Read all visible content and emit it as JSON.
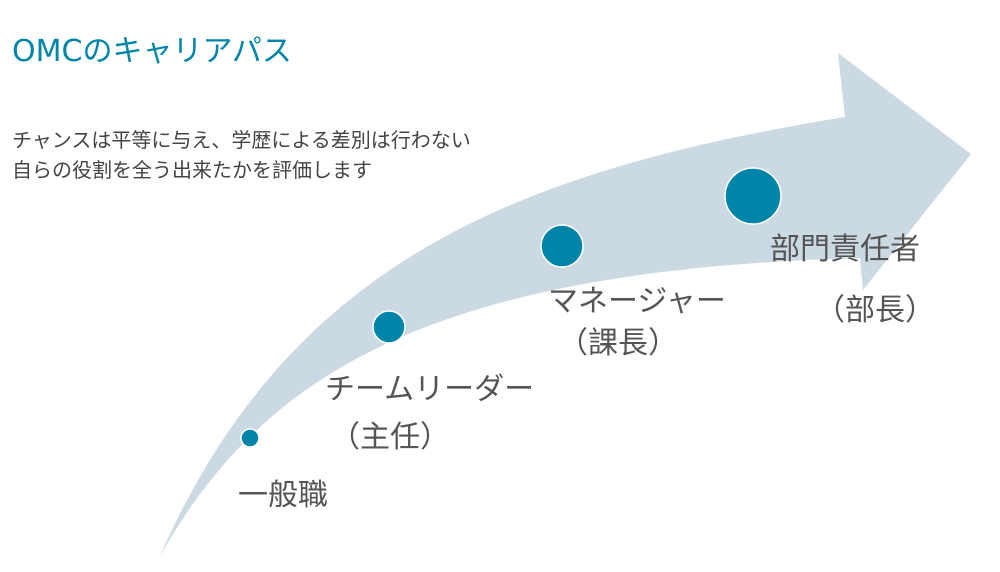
{
  "title": "OMCのキャリアパス",
  "subtitle": [
    "チャンスは平等に与え、学歴による差別は行わない",
    "自らの役割を全う出来たかを評価します"
  ],
  "colors": {
    "accent": "#0085A8",
    "arrow": "#CBD9E3",
    "text": "#555555"
  },
  "stages": [
    {
      "name": "一般職",
      "sub": ""
    },
    {
      "name": "チームリーダー",
      "sub": "（主任）"
    },
    {
      "name": "マネージャー",
      "sub": "（課長）"
    },
    {
      "name": "部門責任者",
      "sub": "（部長）"
    }
  ]
}
